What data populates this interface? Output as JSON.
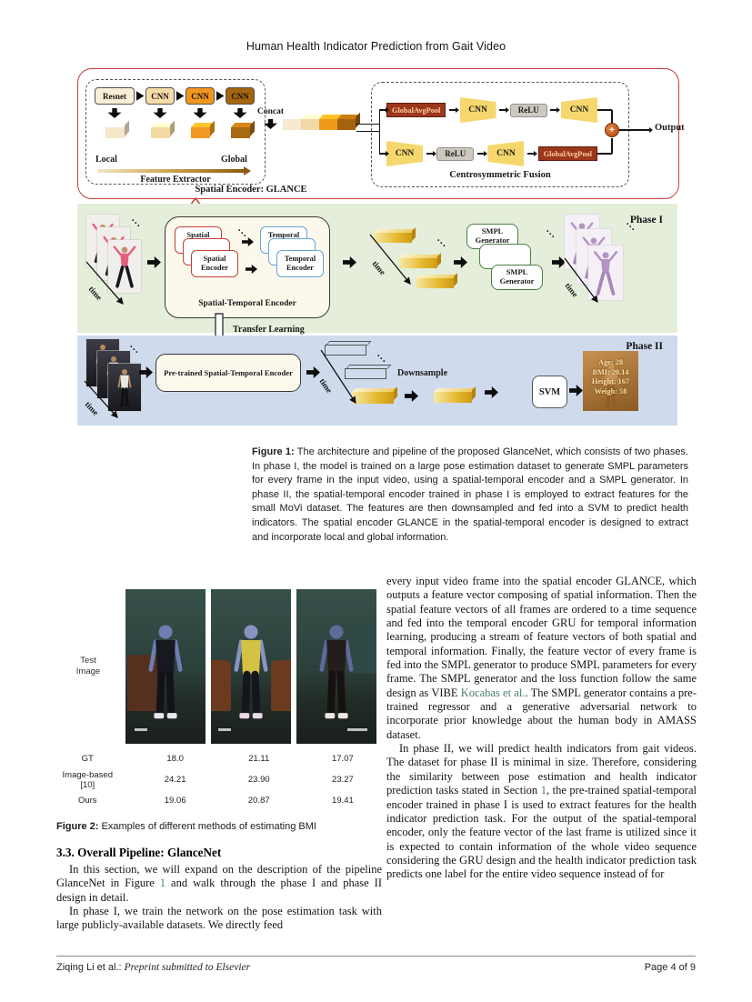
{
  "page": {
    "title": "Human Health Indicator Prediction from Gait Video",
    "footer": {
      "authors": "Ziqing Li et al.:",
      "venue": "Preprint submitted to Elsevier",
      "page": "Page 4 of 9"
    }
  },
  "colors": {
    "accent_red": "#c5403a",
    "globalavgpool_maroon": "#9c371d",
    "trapezoid_yellow": "#f6d76d",
    "relu_gray": "#cdc9c0",
    "phase1_bg": "#e4eedb",
    "phase2_bg": "#cfdbed",
    "cream_box": "#fcf8ec",
    "temporal_blue": "#6aa3d8",
    "smpl_green": "#4e7d43",
    "feature_gold": "#e4b92e",
    "link_teal": "#477d72"
  },
  "figure1": {
    "time": "time",
    "dots": "...",
    "glance": {
      "label": "Spatial Encoder: GLANCE",
      "concat_label": "Concat",
      "concat_segments": [
        "#f7ead0",
        "#f3d9a8",
        "#f09a1c",
        "#a5620e"
      ],
      "feature_extractor": {
        "title": "Feature Extractor",
        "local": "Local",
        "global": "Global",
        "blocks": [
          {
            "label": "Resnet",
            "bg": "#faeed6",
            "cube": "#f5e7cb"
          },
          {
            "label": "CNN",
            "bg": "#f7dcab",
            "cube": "#f3d9a4"
          },
          {
            "label": "CNN",
            "bg": "#f0961e",
            "cube": "#f09a22"
          },
          {
            "label": "CNN",
            "bg": "#a5650e",
            "cube": "#a96a12"
          }
        ]
      },
      "fusion": {
        "title": "Centrosymmetric Fusion",
        "output": "Output",
        "merge": "+",
        "top_path": [
          {
            "kind": "pool",
            "label": "GlobalAvgPool"
          },
          {
            "kind": "convL",
            "label": "CNN"
          },
          {
            "kind": "relu",
            "label": "ReLU"
          },
          {
            "kind": "convR",
            "label": "CNN"
          }
        ],
        "bottom_path": [
          {
            "kind": "convL",
            "label": "CNN"
          },
          {
            "kind": "relu",
            "label": "ReLU"
          },
          {
            "kind": "convR",
            "label": "CNN"
          },
          {
            "kind": "pool",
            "label": "GlobalAvgPool"
          }
        ]
      }
    },
    "phase1": {
      "tag": "Phase I",
      "encoder": {
        "spatial": "Spatial Encoder",
        "temporal": "Temporal Encoder",
        "title": "Spatial-Temporal Encoder"
      },
      "smpl": "SMPL Generator"
    },
    "transfer": "Transfer Learning",
    "phase2": {
      "tag": "Phase II",
      "encoder": "Pre-trained Spatial-Temporal Encoder",
      "downsample": "Downsample",
      "svm": "SVM",
      "output_lines": [
        "Age: 28",
        "BMI: 20.14",
        "Height: 167",
        "Weigh: 58"
      ]
    },
    "caption": {
      "label": "Figure 1:",
      "text": " The architecture and pipeline of the proposed GlanceNet, which consists of two phases. In phase I, the model is trained on a large pose estimation dataset to generate SMPL parameters for every frame in the input video, using a spatial-temporal encoder and a SMPL generator. In phase II, the spatial-temporal encoder trained in phase I is employed to extract features for the small MoVi dataset. The features are then downsampled and fed into a SVM to predict health indicators. The spatial encoder GLANCE in the spatial-temporal encoder is designed to extract and incorporate local and global information."
    }
  },
  "figure2": {
    "row_label1": "Test",
    "row_label2": "Image",
    "table": {
      "rows": [
        {
          "label": "GT",
          "values": [
            "18.0",
            "21.11",
            "17.07"
          ]
        },
        {
          "label": "Image-based [10]",
          "values": [
            "24.21",
            "23.90",
            "23.27"
          ]
        },
        {
          "label": "Ours",
          "values": [
            "19.06",
            "20.87",
            "19.41"
          ]
        }
      ]
    },
    "caption": {
      "label": "Figure 2:",
      "text": " Examples of different methods of estimating BMI"
    }
  },
  "body": {
    "section_heading": "3.3. Overall Pipeline: GlanceNet",
    "left_p1a": "In this section, we will expand on the description of the pipeline GlanceNet in Figure ",
    "left_p1_link": "1",
    "left_p1b": " and walk through the phase I and phase II design in detail.",
    "left_p2": "In phase I, we train the network on the pose estimation task with large publicly-available datasets. We directly feed",
    "right_p1a": "every input video frame into the spatial encoder GLANCE, which outputs a feature vector composing of spatial information. Then the spatial feature vectors of all frames are ordered to a time sequence and fed into the temporal encoder GRU for temporal information learning, producing a stream of feature vectors of both spatial and temporal information. Finally, the feature vector of every frame is fed into the SMPL generator to produce SMPL parameters for every frame. The SMPL generator and the loss function follow the same design as VIBE ",
    "right_p1_link": "Kocabas et al.",
    "right_p1b": ". The SMPL generator contains a pre-trained regressor and a generative adversarial network to incorporate prior knowledge about the human body in AMASS dataset.",
    "right_p2a": "In phase II, we will predict health indicators from gait videos. The dataset for phase II is minimal in size. Therefore, considering the similarity between pose estimation and health indicator prediction tasks stated in Section ",
    "right_p2_link": "1",
    "right_p2b": ", the pre-trained spatial-temporal encoder trained in phase I is used to extract features for the health indicator prediction task. For the output of the spatial-temporal encoder, only the feature vector of the last frame is utilized since it is expected to contain information of the whole video sequence considering the GRU design and the health indicator prediction task predicts one label for the entire video sequence instead of for"
  }
}
